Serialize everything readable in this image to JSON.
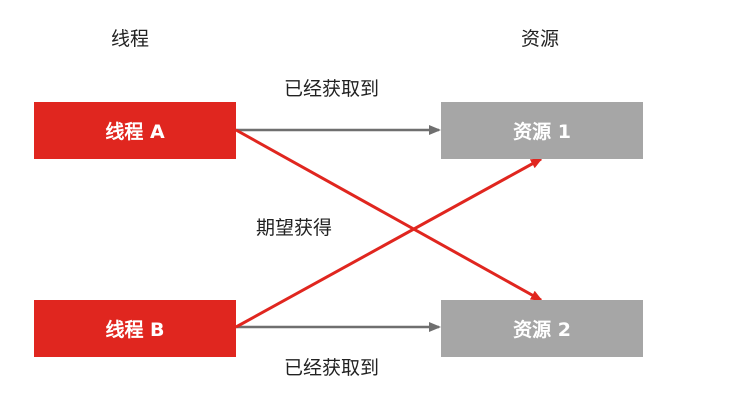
{
  "headers": {
    "threads": "线程",
    "resources": "资源"
  },
  "threads": [
    {
      "label": "线程 A"
    },
    {
      "label": "线程 B"
    }
  ],
  "resources": [
    {
      "label": "资源 1"
    },
    {
      "label": "资源 2"
    }
  ],
  "edge_labels": {
    "acquired_top": "已经获取到",
    "want": "期望获得",
    "acquired_bottom": "已经获取到"
  },
  "colors": {
    "thread_fill": "#e0261f",
    "resource_fill": "#a6a6a6",
    "acquired_arrow": "#6f6f6f",
    "want_arrow": "#e0261f"
  }
}
